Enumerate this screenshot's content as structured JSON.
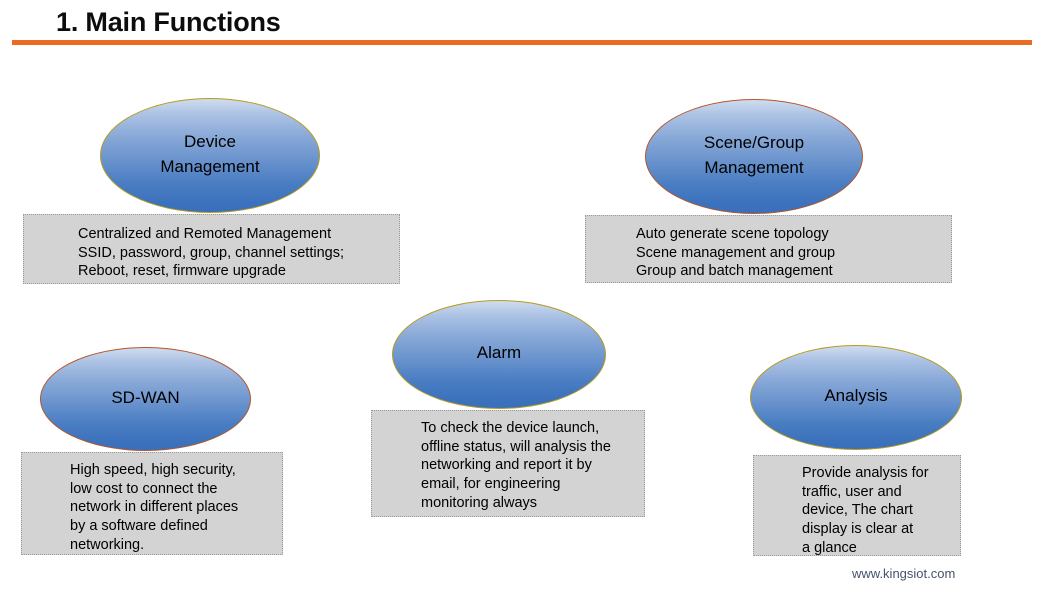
{
  "slide": {
    "title": "1. Main Functions",
    "accent_color": "#ED6B21",
    "footer": "www.kingsiot.com"
  },
  "nodes": [
    {
      "id": "device",
      "label": "Device\nManagement",
      "border_color": "#b79b1e",
      "description": "Centralized and Remoted Management\nSSID, password, group, channel settings;\nReboot, reset, firmware upgrade"
    },
    {
      "id": "scene",
      "label": "Scene/Group\nManagement",
      "border_color": "#b5562a",
      "description": "Auto generate scene topology\nScene management and group\nGroup and batch management"
    },
    {
      "id": "sdwan",
      "label": "SD-WAN",
      "border_color": "#b5562a",
      "description": "High speed, high security,\nlow cost to connect the\nnetwork in different places\nby a software defined\nnetworking."
    },
    {
      "id": "alarm",
      "label": "Alarm",
      "border_color": "#b79b1e",
      "description": "To check the device launch,\noffline status, will analysis the\nnetworking and report it by\nemail, for engineering\nmonitoring always"
    },
    {
      "id": "analysis",
      "label": "Analysis",
      "border_color": "#b79b1e",
      "description": "Provide analysis for\ntraffic, user and\ndevice, The chart\ndisplay is clear at\na glance"
    }
  ]
}
